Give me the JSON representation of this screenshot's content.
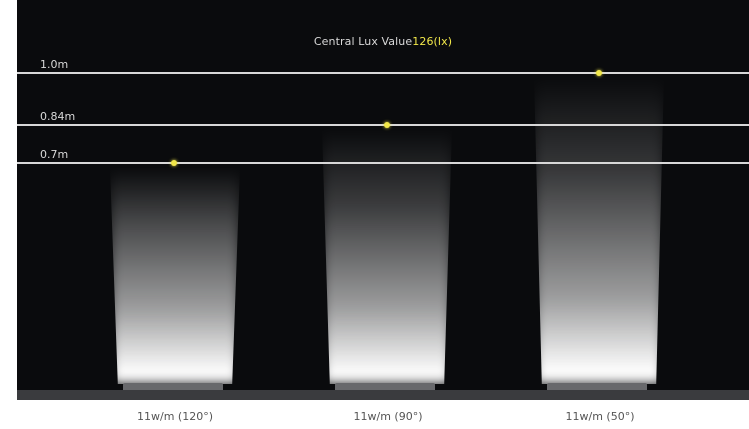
{
  "title": {
    "prefix": "Central Lux Value",
    "value": "126(lx)"
  },
  "levels": [
    {
      "label": "1.0m"
    },
    {
      "label": "0.84m"
    },
    {
      "label": "0.7m"
    }
  ],
  "fixtures": [
    {
      "label": "11w/m (120°)"
    },
    {
      "label": "11w/m (90°)"
    },
    {
      "label": "11w/m (50°)"
    }
  ],
  "colors": {
    "background": "#0a0b0d",
    "line": "#d8d8d8",
    "marker": "#f2e84a",
    "caption": "#555555"
  }
}
